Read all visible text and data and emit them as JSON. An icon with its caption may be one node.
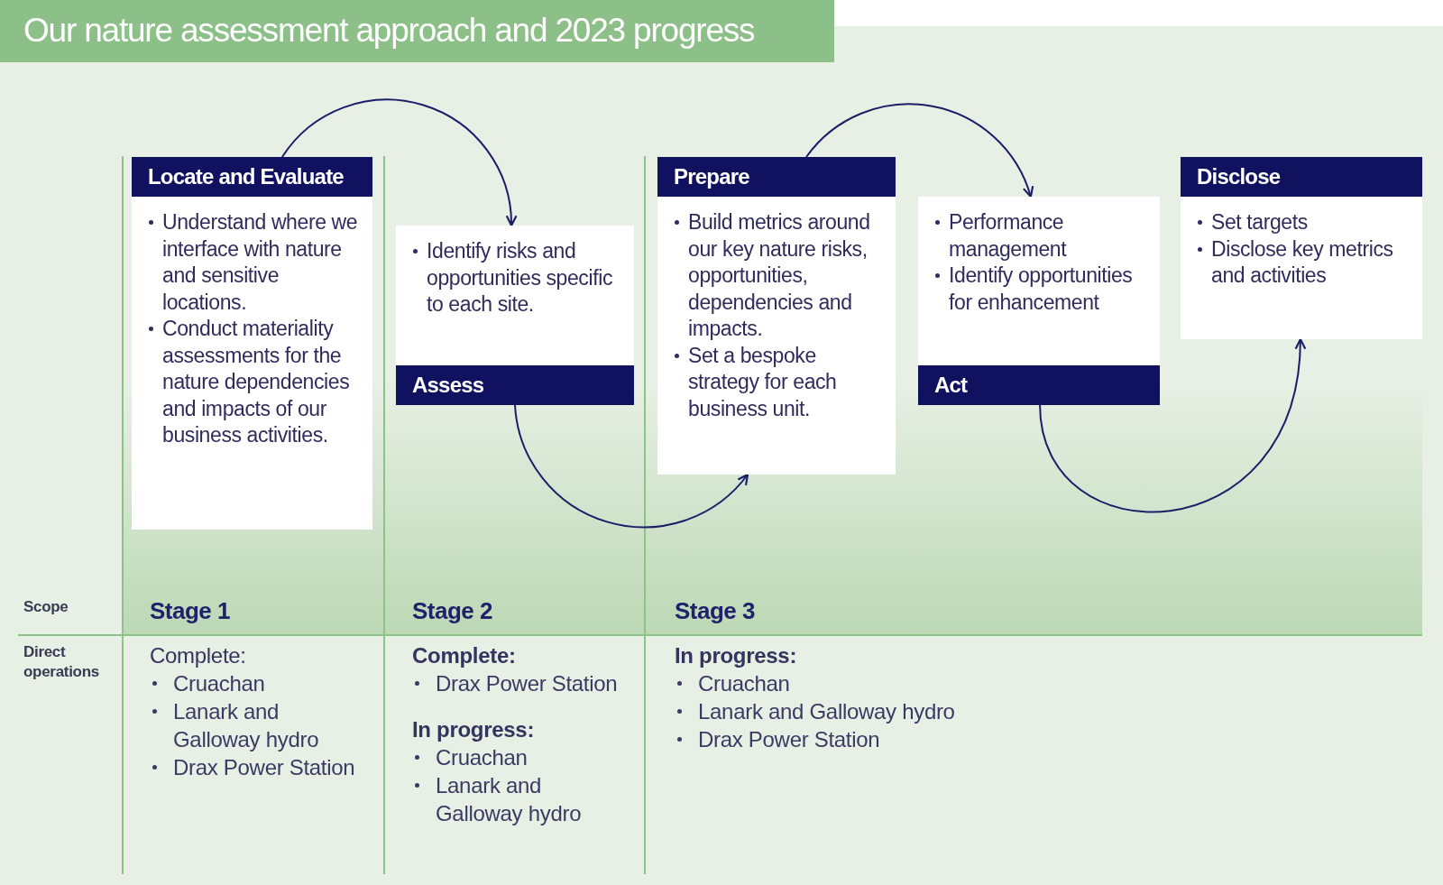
{
  "diagram": {
    "title": "Our nature assessment approach and 2023 progress",
    "nodes": [
      {
        "text": [
          "Locate and Evaluate",
          "Understand where we interface with nature and sensitive locations.",
          "Conduct materiality assessments for the nature dependencies and impacts of our business activities."
        ]
      },
      {
        "text": [
          "Identify risks and opportunities specific to each site.",
          "Assess"
        ]
      },
      {
        "text": [
          "Prepare",
          "Build metrics around our key nature risks, opportunities, dependencies and impacts.",
          "Set a bespoke strategy for each business unit."
        ]
      },
      {
        "text": [
          "Performance management",
          "Identify opportunities for enhancement",
          "Act"
        ]
      },
      {
        "text": [
          "Disclose",
          "Set targets",
          "Disclose key metrics and activities"
        ]
      }
    ],
    "edges": [
      {
        "from": 0,
        "to": 1,
        "arrow": "to"
      },
      {
        "from": 1,
        "to": 2,
        "arrow": "to"
      },
      {
        "from": 2,
        "to": 3,
        "arrow": "to"
      },
      {
        "from": 3,
        "to": 4,
        "arrow": "to"
      }
    ],
    "labels": [
      "Scope",
      "Stage 1",
      "Stage 2",
      "Stage 3",
      "Direct operations",
      "Complete:",
      "Cruachan",
      "Lanark and Galloway hydro",
      "Drax Power Station",
      "Complete:",
      "Drax Power Station",
      "In progress:",
      "Cruachan",
      "Lanark and Galloway hydro",
      "In progress:",
      "Cruachan",
      "Lanark and Galloway hydro",
      "Drax Power Station"
    ]
  }
}
